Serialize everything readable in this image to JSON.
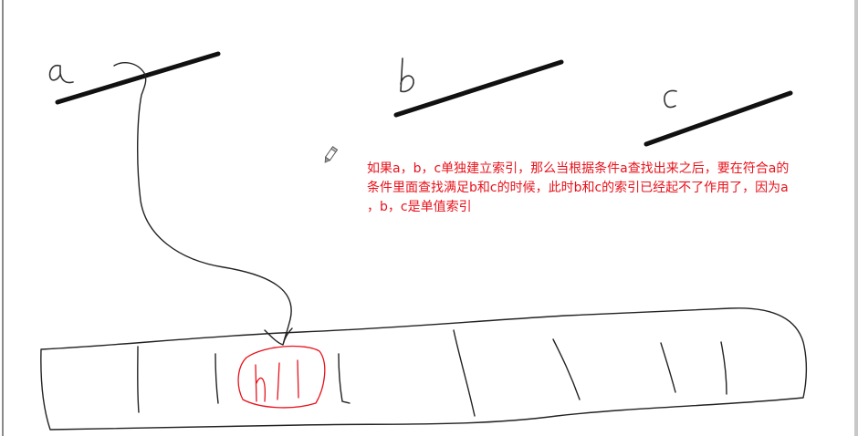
{
  "diagram": {
    "handwritten_labels": {
      "a": "a",
      "b": "b",
      "c": "c"
    },
    "annotation": {
      "lines": [
        "如果a，b，c单独建立索引，那么当根据条件a查找出来之后，要在符合a的",
        "条件里面查找满足b和c的时候，此时b和c的索引已经起不了作用了，因为a",
        "，b，c是单值索引"
      ],
      "color": "#e8121b"
    },
    "colors": {
      "ink": "#111111",
      "highlight": "#e8121b",
      "frame": "#8a8a8a"
    },
    "icons": [
      "pencil-cursor-icon"
    ]
  }
}
